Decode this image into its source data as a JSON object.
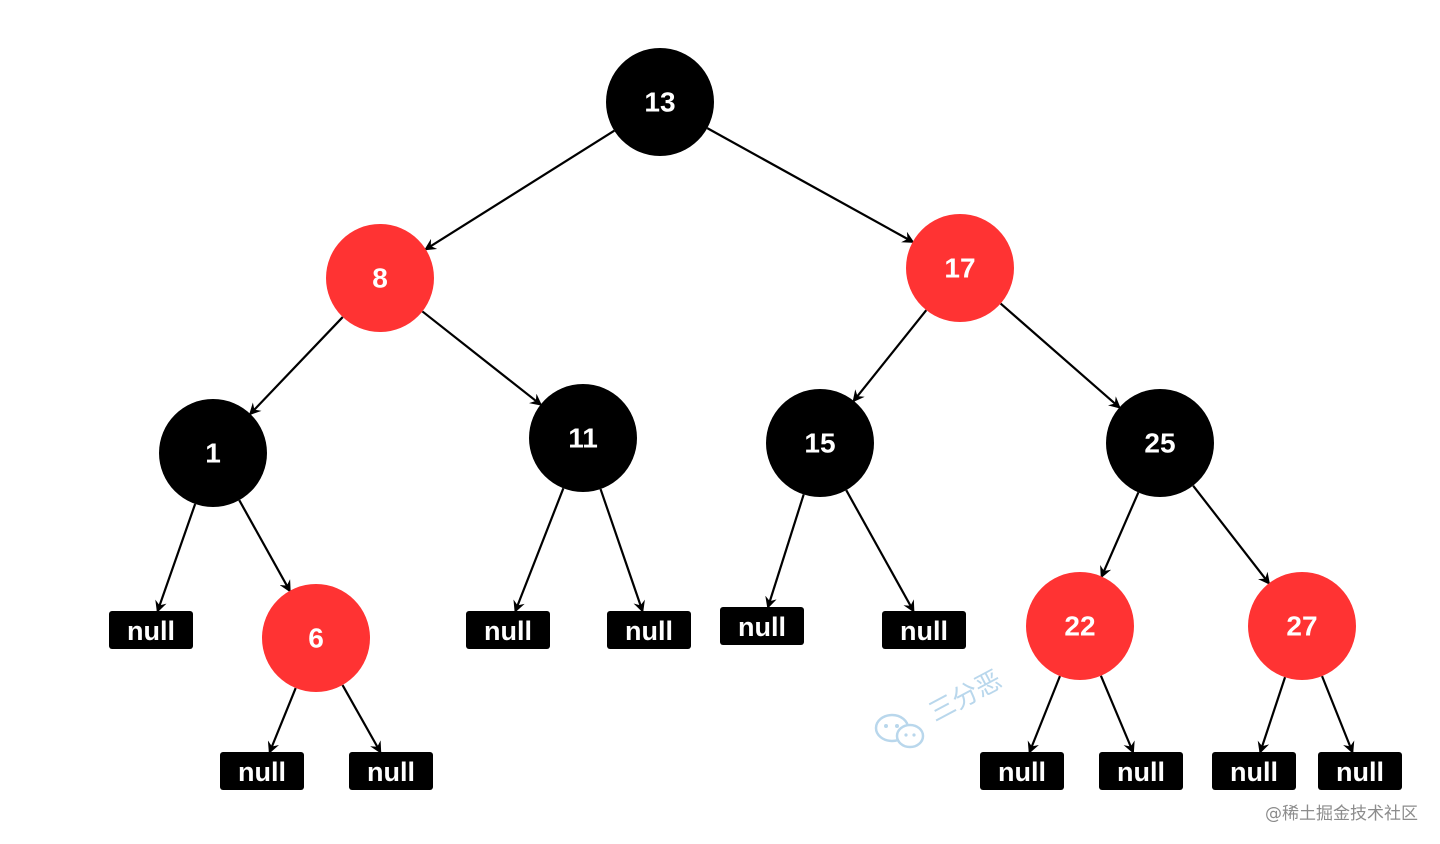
{
  "diagram": {
    "type": "red-black-tree",
    "colors": {
      "black_node": "#000000",
      "red_node": "#ff3333",
      "edge": "#000000",
      "label": "#ffffff",
      "null_box": "#000000"
    },
    "nodes": [
      {
        "id": "n13",
        "label": "13",
        "color": "black"
      },
      {
        "id": "n8",
        "label": "8",
        "color": "red"
      },
      {
        "id": "n17",
        "label": "17",
        "color": "red"
      },
      {
        "id": "n1",
        "label": "1",
        "color": "black"
      },
      {
        "id": "n11",
        "label": "11",
        "color": "black"
      },
      {
        "id": "n15",
        "label": "15",
        "color": "black"
      },
      {
        "id": "n25",
        "label": "25",
        "color": "black"
      },
      {
        "id": "n6",
        "label": "6",
        "color": "red"
      },
      {
        "id": "n22",
        "label": "22",
        "color": "red"
      },
      {
        "id": "n27",
        "label": "27",
        "color": "red"
      }
    ],
    "null_leaves": [
      {
        "id": "null-1-left",
        "label": "null",
        "parent": "n1"
      },
      {
        "id": "null-6-left",
        "label": "null",
        "parent": "n6"
      },
      {
        "id": "null-6-right",
        "label": "null",
        "parent": "n6"
      },
      {
        "id": "null-11-left",
        "label": "null",
        "parent": "n11"
      },
      {
        "id": "null-11-right",
        "label": "null",
        "parent": "n11"
      },
      {
        "id": "null-15-left",
        "label": "null",
        "parent": "n15"
      },
      {
        "id": "null-15-right",
        "label": "null",
        "parent": "n15"
      },
      {
        "id": "null-22-left",
        "label": "null",
        "parent": "n22"
      },
      {
        "id": "null-22-right",
        "label": "null",
        "parent": "n22"
      },
      {
        "id": "null-27-left",
        "label": "null",
        "parent": "n27"
      },
      {
        "id": "null-27-right",
        "label": "null",
        "parent": "n27"
      }
    ],
    "edges": [
      {
        "from": "n13",
        "to": "n8"
      },
      {
        "from": "n13",
        "to": "n17"
      },
      {
        "from": "n8",
        "to": "n1"
      },
      {
        "from": "n8",
        "to": "n11"
      },
      {
        "from": "n17",
        "to": "n15"
      },
      {
        "from": "n17",
        "to": "n25"
      },
      {
        "from": "n1",
        "to": "null-1-left"
      },
      {
        "from": "n1",
        "to": "n6"
      },
      {
        "from": "n6",
        "to": "null-6-left"
      },
      {
        "from": "n6",
        "to": "null-6-right"
      },
      {
        "from": "n11",
        "to": "null-11-left"
      },
      {
        "from": "n11",
        "to": "null-11-right"
      },
      {
        "from": "n15",
        "to": "null-15-left"
      },
      {
        "from": "n15",
        "to": "null-15-right"
      },
      {
        "from": "n25",
        "to": "n22"
      },
      {
        "from": "n25",
        "to": "n27"
      },
      {
        "from": "n22",
        "to": "null-22-left"
      },
      {
        "from": "n22",
        "to": "null-22-right"
      },
      {
        "from": "n27",
        "to": "null-27-left"
      },
      {
        "from": "n27",
        "to": "null-27-right"
      }
    ]
  },
  "watermark": {
    "text": "三分恶",
    "color": "#b9d7ec",
    "icon": "wechat-icon"
  },
  "footer": {
    "source_label": "@稀土掘金技术社区"
  }
}
